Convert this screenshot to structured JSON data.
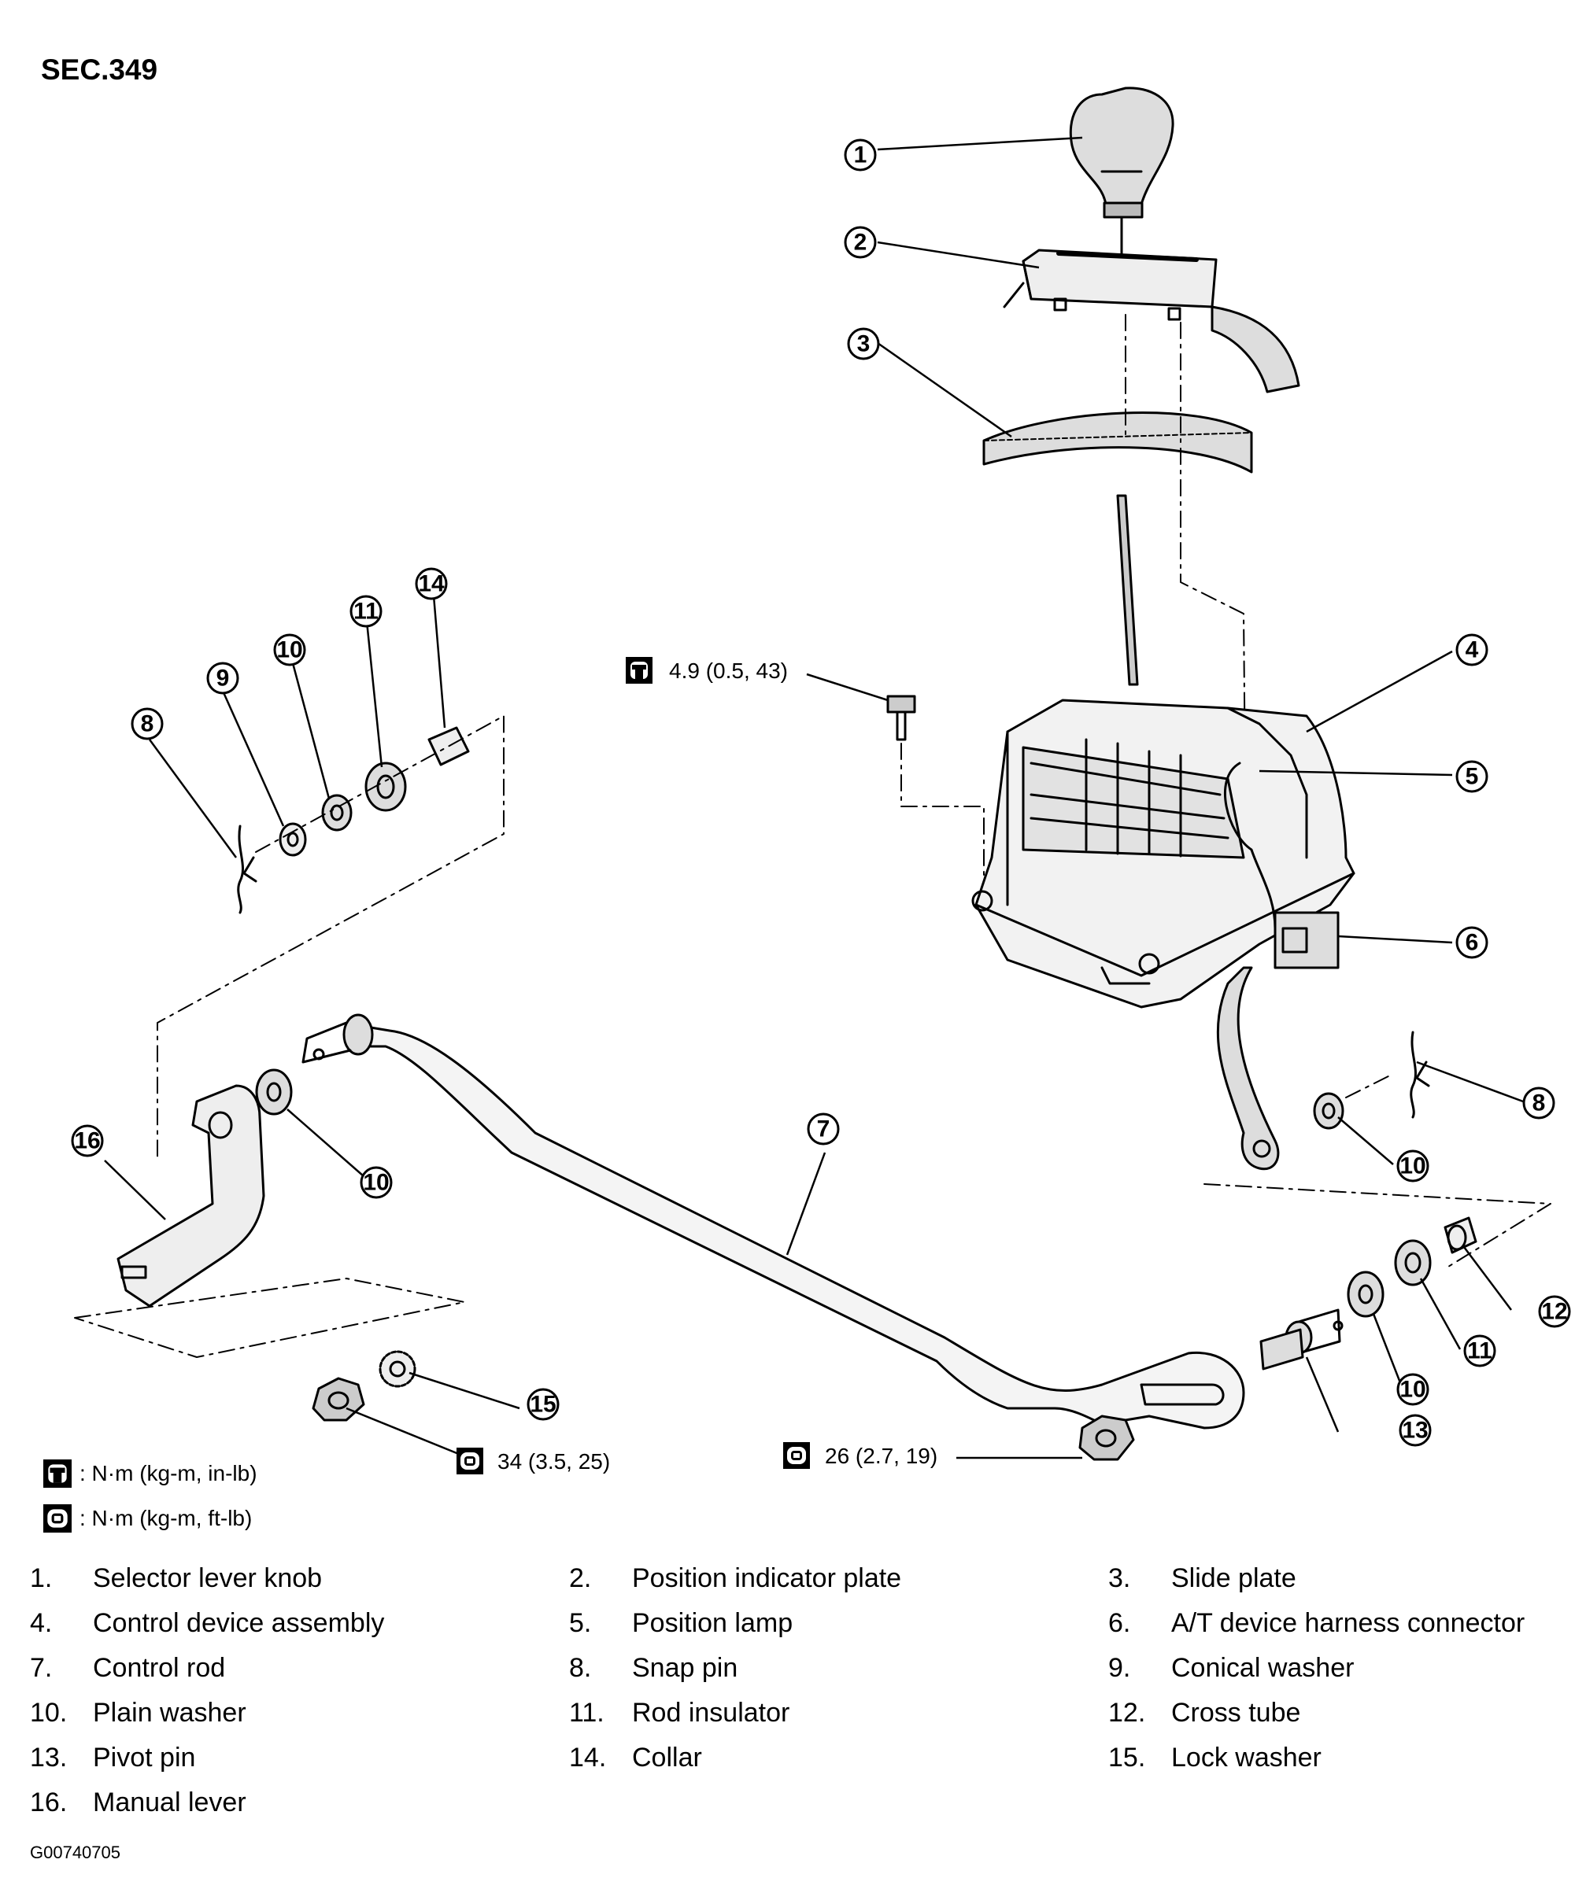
{
  "section": "SEC.349",
  "callouts": {
    "c1": "1",
    "c2": "2",
    "c3": "3",
    "c4": "4",
    "c5": "5",
    "c6": "6",
    "c7": "7",
    "c8a": "8",
    "c8b": "8",
    "c9": "9",
    "c10a": "10",
    "c10b": "10",
    "c10c": "10",
    "c10d": "10",
    "c11a": "11",
    "c11b": "11",
    "c12": "12",
    "c13": "13",
    "c14": "14",
    "c15": "15",
    "c16": "16"
  },
  "torques": {
    "screw": "4.9 (0.5, 43)",
    "lock_nut": "34 (3.5, 25)",
    "rod_nut": "26 (2.7, 19)"
  },
  "legend": {
    "in_lb": ": N·m (kg-m, in-lb)",
    "ft_lb": ": N·m (kg-m, ft-lb)"
  },
  "parts": [
    {
      "num": "1.",
      "name": "Selector lever knob"
    },
    {
      "num": "2.",
      "name": "Position indicator plate"
    },
    {
      "num": "3.",
      "name": "Slide plate"
    },
    {
      "num": "4.",
      "name": "Control device assembly"
    },
    {
      "num": "5.",
      "name": "Position lamp"
    },
    {
      "num": "6.",
      "name": "A/T device harness connector"
    },
    {
      "num": "7.",
      "name": "Control rod"
    },
    {
      "num": "8.",
      "name": "Snap pin"
    },
    {
      "num": "9.",
      "name": "Conical washer"
    },
    {
      "num": "10.",
      "name": "Plain washer"
    },
    {
      "num": "11.",
      "name": "Rod insulator"
    },
    {
      "num": "12.",
      "name": "Cross tube"
    },
    {
      "num": "13.",
      "name": "Pivot pin"
    },
    {
      "num": "14.",
      "name": "Collar"
    },
    {
      "num": "15.",
      "name": "Lock washer"
    },
    {
      "num": "16.",
      "name": "Manual lever"
    }
  ],
  "figure_code": "G00740705",
  "icons": {
    "torque_wrench_in_lb": "torque-wrench-icon",
    "torque_wrench_ft_lb": "torque-wrench-icon"
  }
}
